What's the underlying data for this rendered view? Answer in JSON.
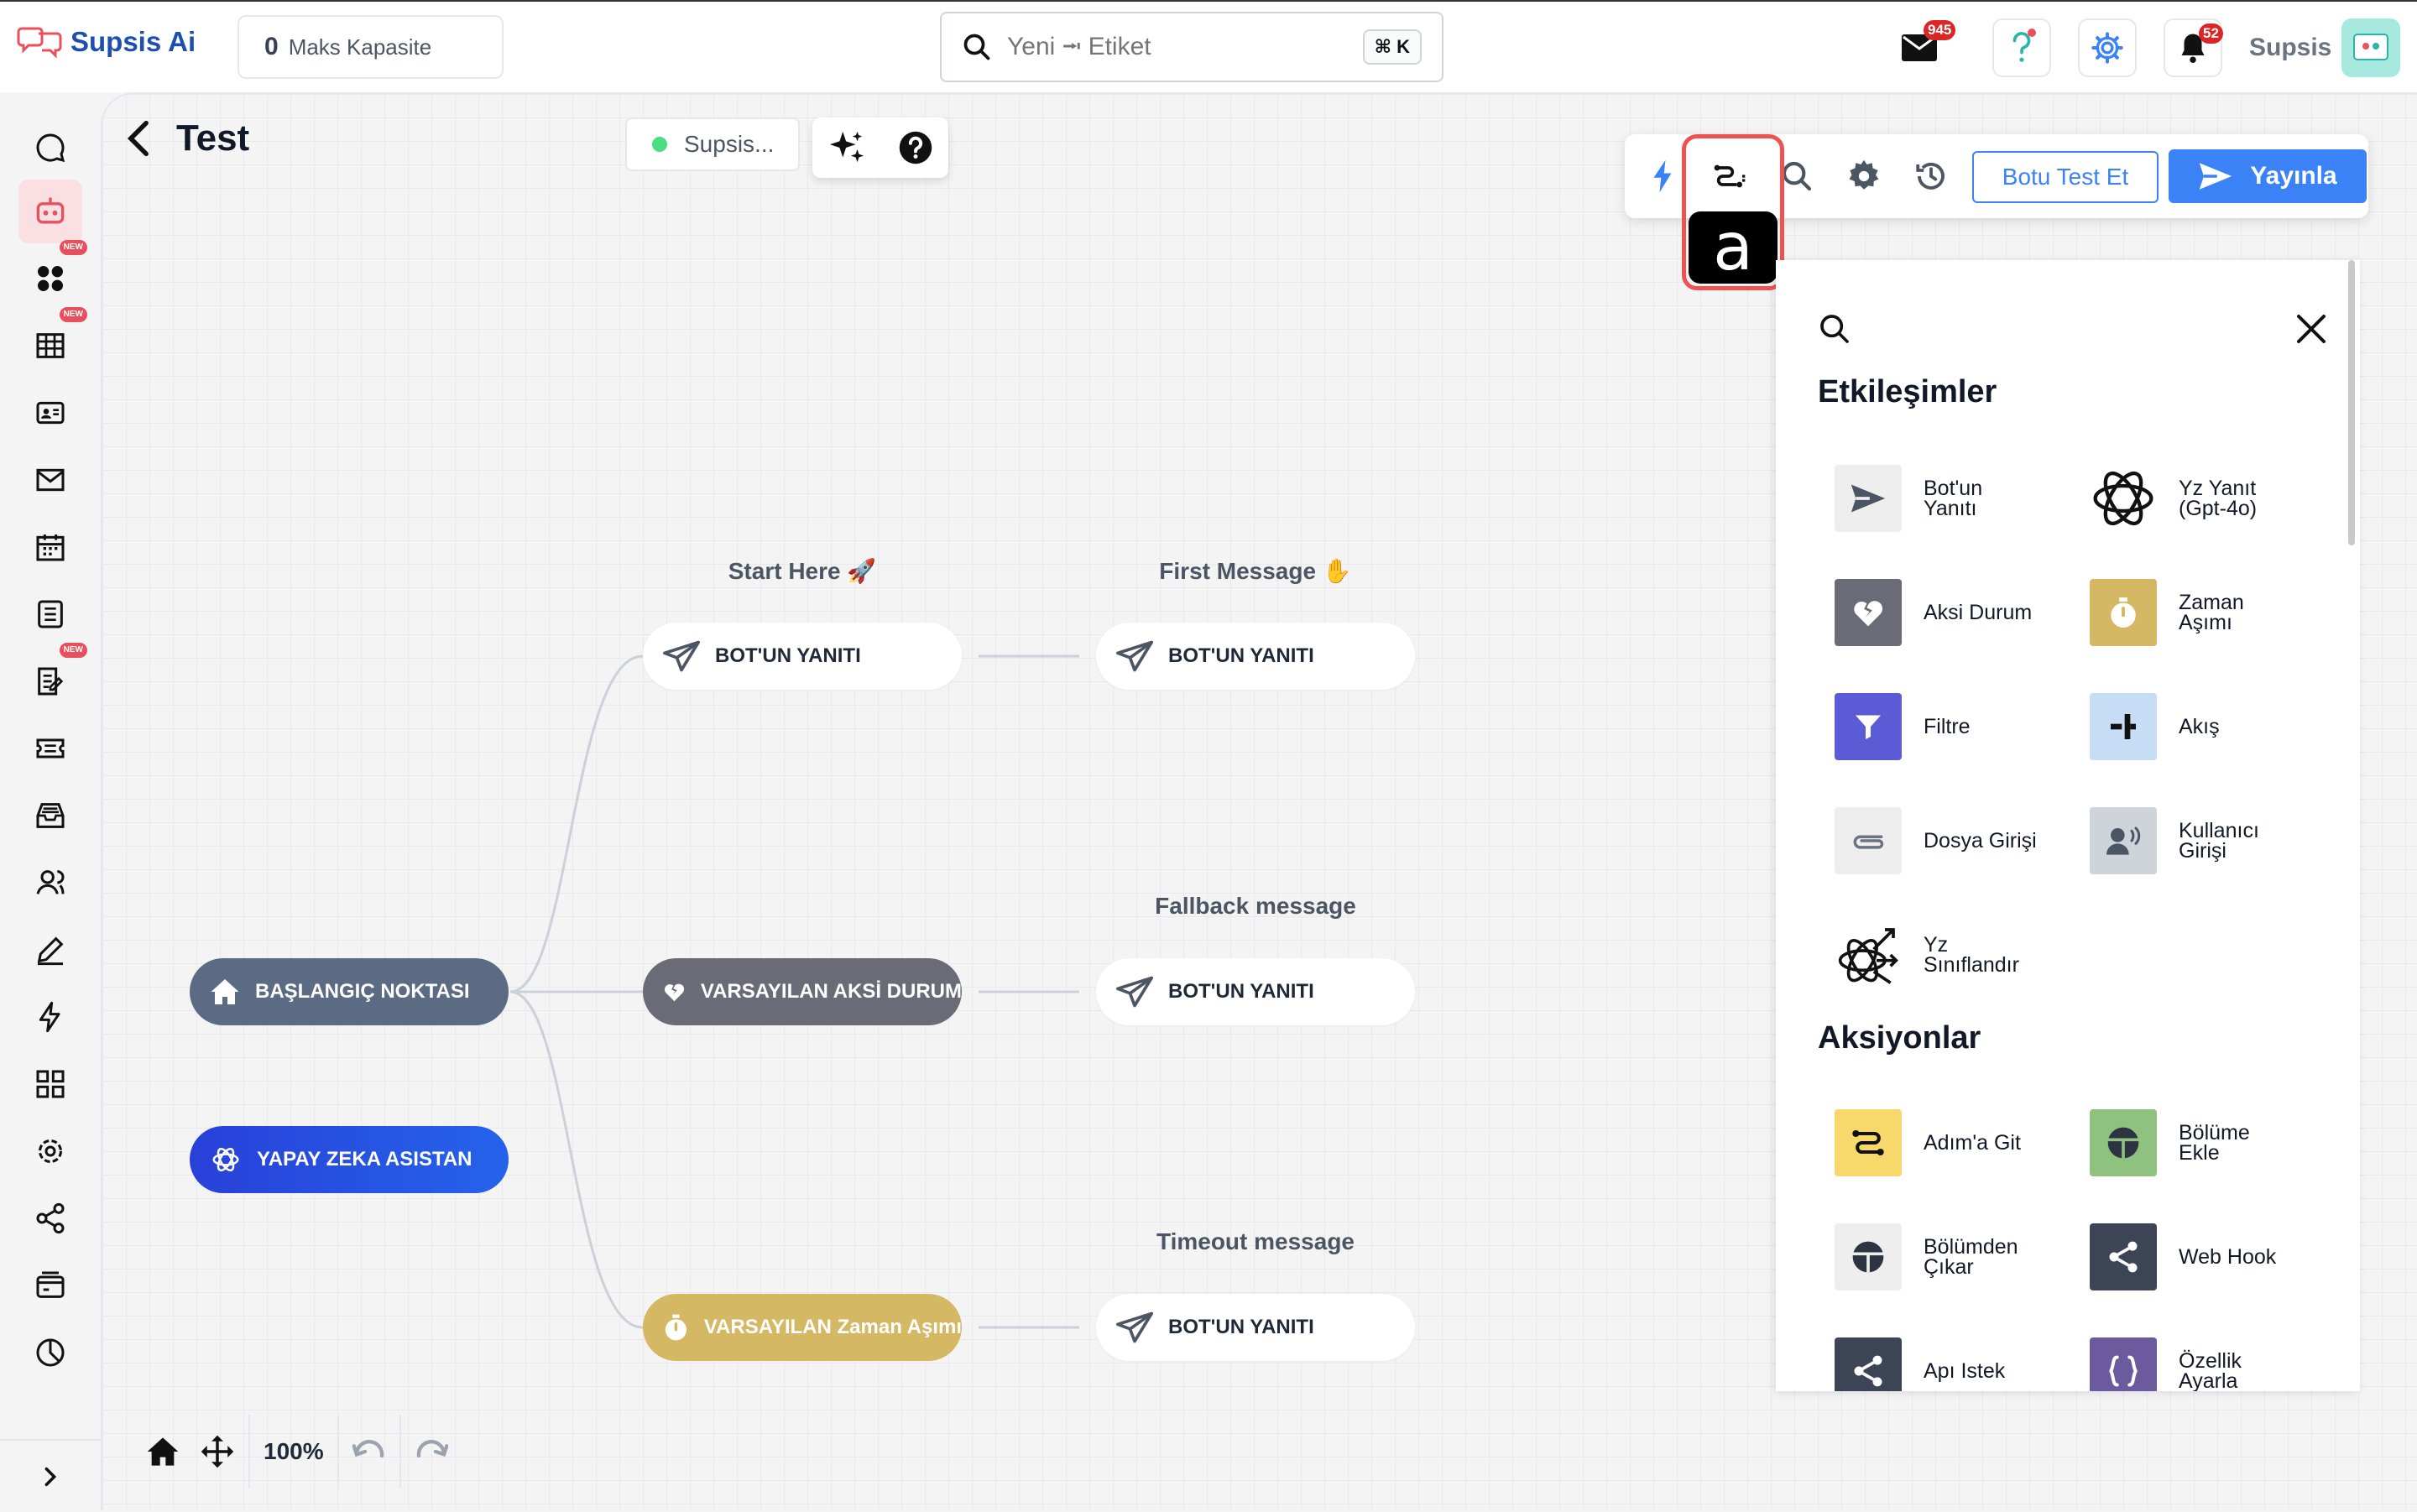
{
  "app": {
    "name": "Supsis Ai"
  },
  "capacity": {
    "value": "0",
    "label": "Maks Kapasite"
  },
  "search": {
    "placeholder": "Yeni ⭲ Etiket",
    "shortcut": "⌘ K"
  },
  "notifications": {
    "mail_count": "945",
    "bell_count": "52"
  },
  "user": {
    "name": "Supsis"
  },
  "sidebar": {
    "new_badge": "NEW",
    "items": [
      {
        "name": "chat-icon"
      },
      {
        "name": "bot-icon"
      },
      {
        "name": "apps-icon"
      },
      {
        "name": "table-icon"
      },
      {
        "name": "contact-card-icon"
      },
      {
        "name": "mail-icon"
      },
      {
        "name": "calendar-icon"
      },
      {
        "name": "list-icon"
      },
      {
        "name": "notes-icon"
      },
      {
        "name": "ticket-icon"
      },
      {
        "name": "inbox-icon"
      },
      {
        "name": "users-icon"
      },
      {
        "name": "edit-icon"
      },
      {
        "name": "bolt-icon"
      },
      {
        "name": "grid-icon"
      },
      {
        "name": "gear-icon"
      },
      {
        "name": "share-icon"
      },
      {
        "name": "payment-icon"
      },
      {
        "name": "pie-chart-icon"
      }
    ]
  },
  "canvas": {
    "page_title": "Test",
    "status_label": "Supsis...",
    "zoom": "100%"
  },
  "toolbar": {
    "test_label": "Botu Test Et",
    "publish_label": "Yayınla",
    "highlight_letter": "a"
  },
  "flow": {
    "titles": {
      "start_here": "Start Here 🚀",
      "first_message": "First Message ✋",
      "fallback": "Fallback message",
      "timeout": "Timeout message"
    },
    "nodes": {
      "start_point": "BAŞLANGIÇ NOKTASI",
      "ai_assistant": "YAPAY ZEKA ASISTAN",
      "bot_reply": "BOT'UN YANITI",
      "default_fail": "VARSAYILAN AKSİ DURUM",
      "default_timeout": "VARSAYILAN Zaman Aşımı"
    }
  },
  "panel": {
    "interactions_title": "Etkileşimler",
    "actions_title": "Aksiyonlar",
    "interactions": [
      {
        "label": "Bot'un Yanıtı",
        "icon": "send-icon",
        "color": "#eeeeee"
      },
      {
        "label": "Yz Yanıt (Gpt-4o)",
        "icon": "openai-icon",
        "color": "#ffffff"
      },
      {
        "label": "Aksi Durum",
        "icon": "broken-heart-icon",
        "color": "#6b6b78"
      },
      {
        "label": "Zaman Aşımı",
        "icon": "stopwatch-icon",
        "color": "#d4b863"
      },
      {
        "label": "Filtre",
        "icon": "filter-icon",
        "color": "#5b5bd6"
      },
      {
        "label": "Akış",
        "icon": "flow-icon",
        "color": "#c7dcf5"
      },
      {
        "label": "Dosya Girişi",
        "icon": "paperclip-icon",
        "color": "#eeeeee"
      },
      {
        "label": "Kullanıcı Girişi",
        "icon": "user-voice-icon",
        "color": "#cfd4db"
      },
      {
        "label": "Yz Sınıflandır",
        "icon": "ai-classify-icon",
        "color": "#ffffff"
      }
    ],
    "actions": [
      {
        "label": "Adım'a Git",
        "icon": "goto-step-icon",
        "color": "#f8d86a"
      },
      {
        "label": "Bölüme Ekle",
        "icon": "segment-add-icon",
        "color": "#8fc27f"
      },
      {
        "label": "Bölümden Çıkar",
        "icon": "segment-remove-icon",
        "color": "#eeeeee"
      },
      {
        "label": "Web Hook",
        "icon": "webhook-icon",
        "color": "#3c4455"
      },
      {
        "label": "Apı Istek",
        "icon": "api-request-icon",
        "color": "#3c4455"
      },
      {
        "label": "Özellik Ayarla",
        "icon": "braces-icon",
        "color": "#6b5a9e"
      }
    ]
  }
}
